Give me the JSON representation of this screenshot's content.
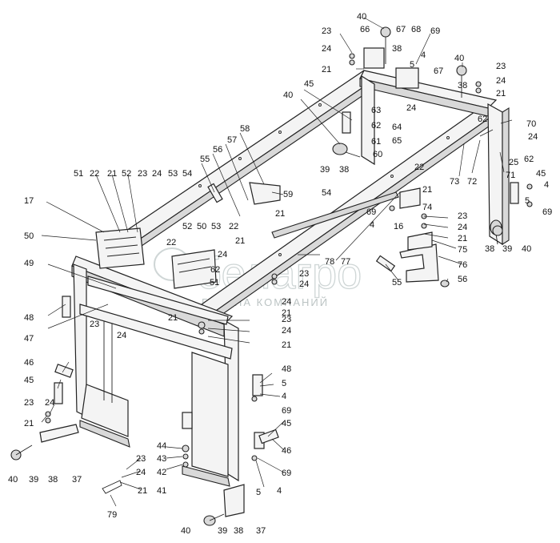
{
  "watermark": {
    "brand": "белагро",
    "subtitle": "ГРУППА КОМПАНИЙ"
  },
  "callouts": [
    "40",
    "66",
    "67",
    "68",
    "69",
    "23",
    "24",
    "21",
    "38",
    "4",
    "5",
    "40",
    "67",
    "23",
    "24",
    "21",
    "38",
    "45",
    "63",
    "24",
    "40",
    "62",
    "64",
    "62",
    "70",
    "61",
    "65",
    "60",
    "39",
    "38",
    "24",
    "62",
    "25",
    "58",
    "57",
    "56",
    "55",
    "22",
    "73",
    "72",
    "71",
    "45",
    "4",
    "59",
    "21",
    "22",
    "21",
    "5",
    "69",
    "54",
    "74",
    "51",
    "22",
    "21",
    "23",
    "24",
    "53",
    "54",
    "17",
    "50",
    "52",
    "50",
    "53",
    "22",
    "21",
    "62",
    "24",
    "69",
    "4",
    "16",
    "23",
    "24",
    "21",
    "75",
    "78",
    "77",
    "76",
    "55",
    "56",
    "38",
    "39",
    "40",
    "49",
    "51",
    "23",
    "24",
    "47",
    "23",
    "24",
    "21",
    "48",
    "24",
    "21",
    "23",
    "24",
    "21",
    "46",
    "48",
    "45",
    "5",
    "4",
    "69",
    "23",
    "24",
    "21",
    "45",
    "46",
    "44",
    "43",
    "42",
    "41",
    "23",
    "24",
    "21",
    "69",
    "4",
    "5",
    "79",
    "40",
    "39",
    "38",
    "37",
    "40",
    "39",
    "38",
    "37",
    "52"
  ]
}
